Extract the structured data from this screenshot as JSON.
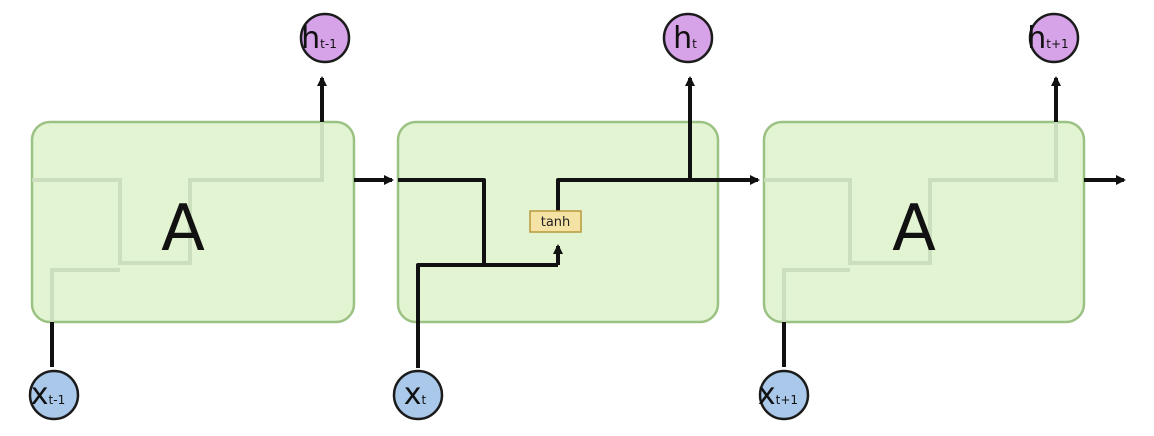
{
  "cells": [
    {
      "id": "prev",
      "label": "A"
    },
    {
      "id": "curr",
      "label": ""
    },
    {
      "id": "next",
      "label": "A"
    }
  ],
  "inputs": [
    {
      "main": "x",
      "sub": "t-1"
    },
    {
      "main": "x",
      "sub": "t"
    },
    {
      "main": "x",
      "sub": "t+1"
    }
  ],
  "outputs": [
    {
      "main": "h",
      "sub": "t-1"
    },
    {
      "main": "h",
      "sub": "t"
    },
    {
      "main": "h",
      "sub": "t+1"
    }
  ],
  "activation": {
    "label": "tanh"
  },
  "colors": {
    "cell_fill": "#e2f4d2",
    "cell_border": "#9cc283",
    "output_node": "#d6a3e8",
    "input_node": "#a9c8ea",
    "activation_fill": "#f5e3a6"
  }
}
